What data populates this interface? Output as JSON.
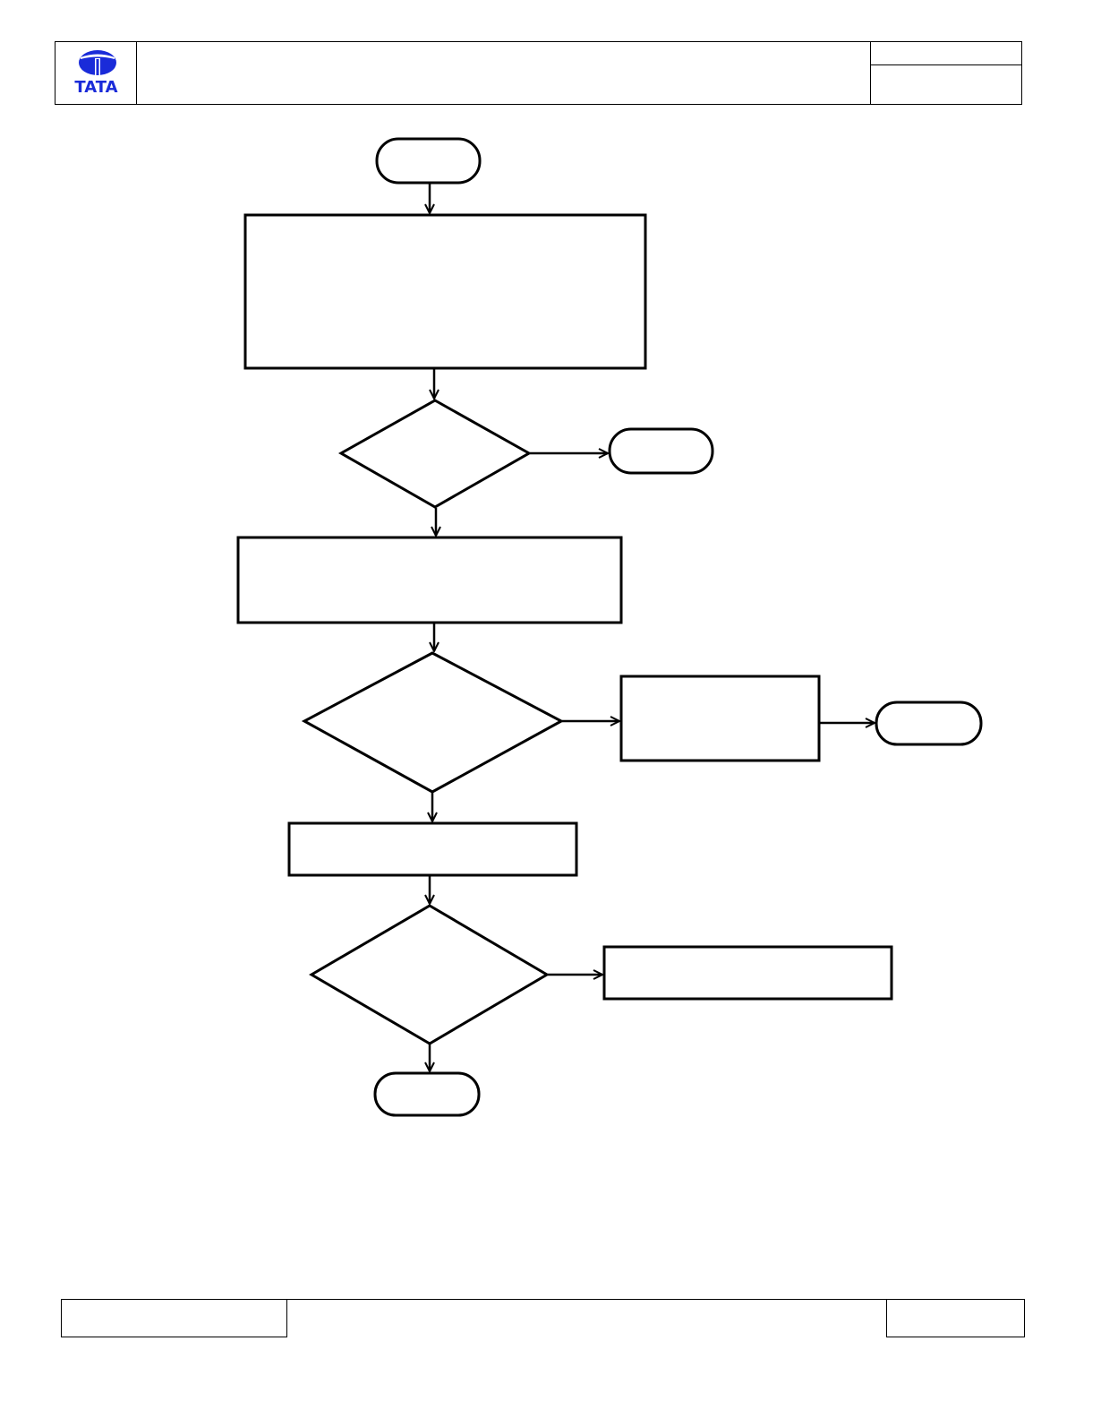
{
  "header": {
    "logo_text": "TATA",
    "title": "",
    "doc_code": "",
    "revision": ""
  },
  "footer": {
    "left": "",
    "center": "",
    "right": ""
  },
  "colors": {
    "brand": "#1a2bd9",
    "stroke": "#000000"
  },
  "flowchart": {
    "nodes": [
      {
        "id": "start",
        "shape": "terminator",
        "label": ""
      },
      {
        "id": "process-1",
        "shape": "process",
        "label": ""
      },
      {
        "id": "decision-1",
        "shape": "decision",
        "label": ""
      },
      {
        "id": "end-1",
        "shape": "terminator",
        "label": ""
      },
      {
        "id": "process-2",
        "shape": "process",
        "label": ""
      },
      {
        "id": "decision-2",
        "shape": "decision",
        "label": ""
      },
      {
        "id": "process-3",
        "shape": "process",
        "label": ""
      },
      {
        "id": "end-2",
        "shape": "terminator",
        "label": ""
      },
      {
        "id": "process-4",
        "shape": "process",
        "label": ""
      },
      {
        "id": "decision-3",
        "shape": "decision",
        "label": ""
      },
      {
        "id": "process-5",
        "shape": "process",
        "label": ""
      },
      {
        "id": "end-3",
        "shape": "terminator",
        "label": ""
      }
    ],
    "edges": [
      {
        "from": "start",
        "to": "process-1"
      },
      {
        "from": "process-1",
        "to": "decision-1"
      },
      {
        "from": "decision-1",
        "to": "end-1"
      },
      {
        "from": "decision-1",
        "to": "process-2"
      },
      {
        "from": "process-2",
        "to": "decision-2"
      },
      {
        "from": "decision-2",
        "to": "process-3"
      },
      {
        "from": "process-3",
        "to": "end-2"
      },
      {
        "from": "decision-2",
        "to": "process-4"
      },
      {
        "from": "process-4",
        "to": "decision-3"
      },
      {
        "from": "decision-3",
        "to": "process-5"
      },
      {
        "from": "decision-3",
        "to": "end-3"
      }
    ]
  }
}
